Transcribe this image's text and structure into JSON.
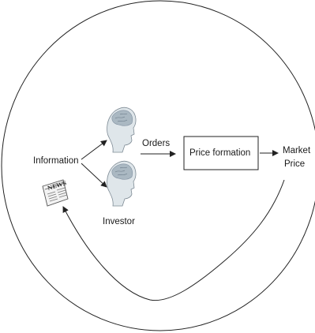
{
  "diagram": {
    "information_label": "Information",
    "orders_label": "Orders",
    "investor_label": "Investor",
    "price_formation_label": "Price formation",
    "market_price_line1": "Market",
    "market_price_line2": "Price",
    "newspaper_headline": "NEWS",
    "colors": {
      "line": "#222222",
      "head_fill": "#dfe6ea",
      "brain_fill": "#aab8c2",
      "paper_fill": "#f2f2f2"
    }
  }
}
